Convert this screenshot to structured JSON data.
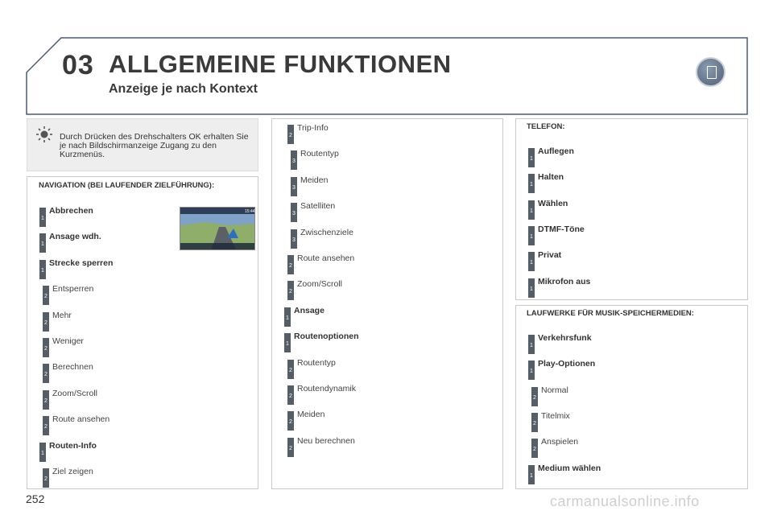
{
  "header": {
    "chapter": "03",
    "title": "ALLGEMEINE FUNKTIONEN",
    "subtitle": "Anzeige je nach Kontext"
  },
  "info": {
    "text": "Durch Drücken des Drehschalters OK erhalten Sie je nach Bildschirmanzeige Zugang zu den Kurzmenüs."
  },
  "navigation": {
    "heading": "NAVIGATION (BEI LAUFENDER ZIELFÜHRUNG):",
    "items": [
      {
        "label": "Abbrechen",
        "level": "1",
        "bold": true
      },
      {
        "label": "Ansage wdh.",
        "level": "1",
        "bold": true
      },
      {
        "label": "Strecke sperren",
        "level": "1",
        "bold": true
      },
      {
        "label": "Entsperren",
        "level": "2",
        "bold": false
      },
      {
        "label": "Mehr",
        "level": "2",
        "bold": false
      },
      {
        "label": "Weniger",
        "level": "2",
        "bold": false
      },
      {
        "label": "Berechnen",
        "level": "2",
        "bold": false
      },
      {
        "label": "Zoom/Scroll",
        "level": "2",
        "bold": false
      },
      {
        "label": "Route ansehen",
        "level": "2",
        "bold": false
      },
      {
        "label": "Routen-Info",
        "level": "1",
        "bold": true
      },
      {
        "label": "Ziel zeigen",
        "level": "2",
        "bold": false
      }
    ]
  },
  "middle": {
    "items": [
      {
        "label": "Trip-Info",
        "level": "2",
        "bold": false
      },
      {
        "label": "Routentyp",
        "level": "3",
        "bold": false
      },
      {
        "label": "Meiden",
        "level": "3",
        "bold": false
      },
      {
        "label": "Satelliten",
        "level": "3",
        "bold": false
      },
      {
        "label": "Zwischenziele",
        "level": "3",
        "bold": false
      },
      {
        "label": "Route ansehen",
        "level": "2",
        "bold": false
      },
      {
        "label": "Zoom/Scroll",
        "level": "2",
        "bold": false
      },
      {
        "label": "Ansage",
        "level": "1",
        "bold": true
      },
      {
        "label": "Routenoptionen",
        "level": "1",
        "bold": true
      },
      {
        "label": "Routentyp",
        "level": "2",
        "bold": false
      },
      {
        "label": "Routendynamik",
        "level": "2",
        "bold": false
      },
      {
        "label": "Meiden",
        "level": "2",
        "bold": false
      },
      {
        "label": "Neu berechnen",
        "level": "2",
        "bold": false
      }
    ]
  },
  "telefon": {
    "heading": "TELEFON:",
    "items": [
      {
        "label": "Auflegen",
        "level": "1",
        "bold": true
      },
      {
        "label": "Halten",
        "level": "1",
        "bold": true
      },
      {
        "label": "Wählen",
        "level": "1",
        "bold": true
      },
      {
        "label": "DTMF-Töne",
        "level": "1",
        "bold": true
      },
      {
        "label": "Privat",
        "level": "1",
        "bold": true
      },
      {
        "label": "Mikrofon aus",
        "level": "1",
        "bold": true
      }
    ]
  },
  "laufwerke": {
    "heading": "LAUFWERKE FÜR MUSIK-SPEICHERMEDIEN:",
    "items": [
      {
        "label": "Verkehrsfunk",
        "level": "1",
        "bold": true
      },
      {
        "label": "Play-Optionen",
        "level": "1",
        "bold": true
      },
      {
        "label": "Normal",
        "level": "2",
        "bold": false
      },
      {
        "label": "Titelmix",
        "level": "2",
        "bold": false
      },
      {
        "label": "Anspielen",
        "level": "2",
        "bold": false
      },
      {
        "label": "Medium wählen",
        "level": "1",
        "bold": true
      }
    ]
  },
  "screen": {
    "time": "15:44"
  },
  "footer": {
    "page_number": "252",
    "watermark": "carmanualsonline.info"
  },
  "colors": {
    "badge": "#555d66",
    "header_border": "#4a5b73",
    "info_bg": "#eeeeee"
  }
}
